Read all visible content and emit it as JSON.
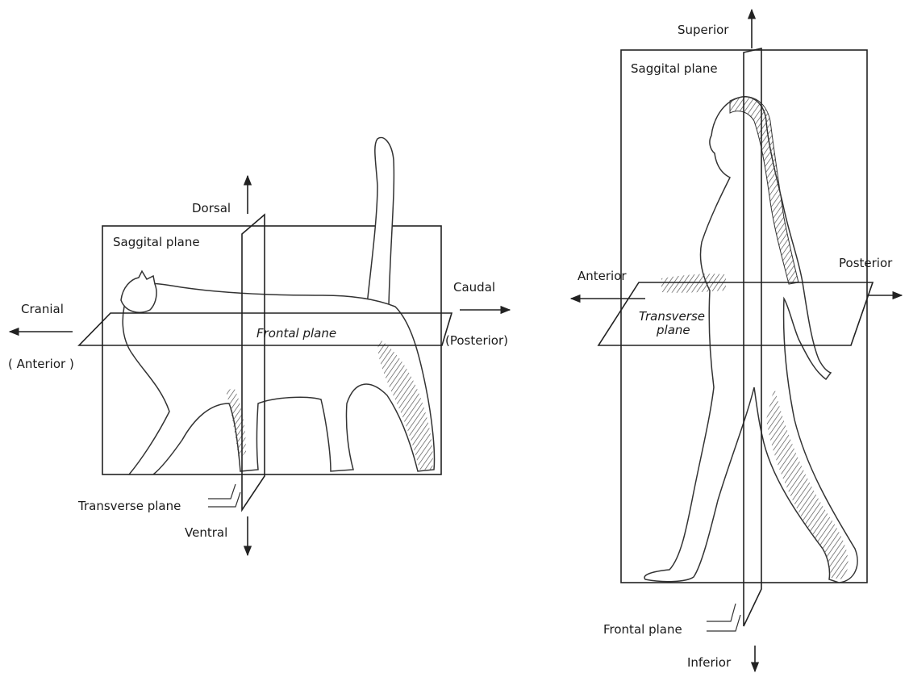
{
  "cat_diagram": {
    "dorsal": "Dorsal",
    "sagittal_plane": "Saggital plane",
    "cranial": "Cranial",
    "anterior": "( Anterior )",
    "caudal": "Caudal",
    "posterior": "(Posterior)",
    "frontal_plane": "Frontal plane",
    "transverse_plane": "Transverse plane",
    "ventral": "Ventral"
  },
  "human_diagram": {
    "superior": "Superior",
    "sagittal_plane": "Saggital plane",
    "anterior": "Anterior",
    "posterior": "Posterior",
    "transverse_plane_line1": "Transverse",
    "transverse_plane_line2": "plane",
    "frontal_plane": "Frontal plane",
    "inferior": "Inferior"
  }
}
